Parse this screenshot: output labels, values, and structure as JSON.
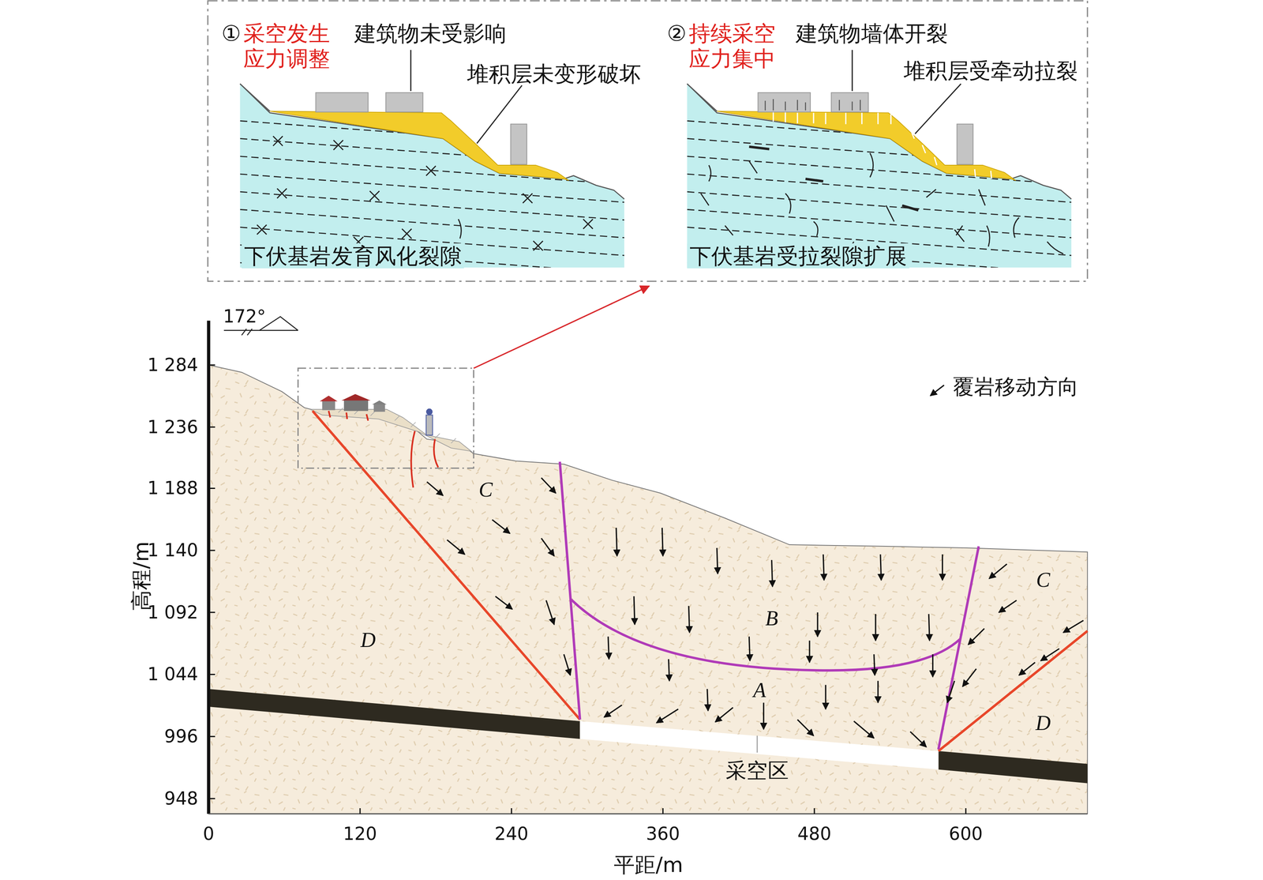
{
  "diagram": {
    "labels": [
      "①",
      "采空发生 应力调整",
      "建筑物未受影响",
      "堆积层未变形破坏",
      "下伏基岩发育风化裂隙",
      "②",
      "持续采空 应力集中",
      "建筑物墙体开裂",
      "堆积层受牵动拉裂",
      "下伏基岩受拉裂隙扩展",
      "172°",
      "1 284",
      "1 236",
      "1 188",
      "1 140",
      "1 092",
      "1 044",
      "996",
      "948",
      "高程/m",
      "C",
      "C",
      "B",
      "A",
      "D",
      "D",
      "采空区",
      "0",
      "120",
      "240",
      "360",
      "480",
      "600",
      "平距/m"
    ],
    "legend": [
      {
        "text": "覆岩移动方向"
      }
    ]
  }
}
